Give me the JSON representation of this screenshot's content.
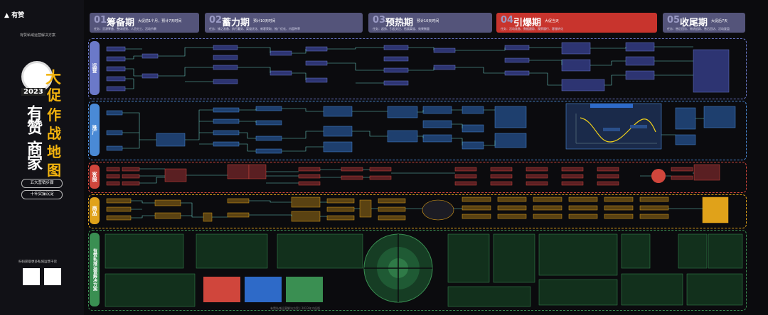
{
  "brand": "有赞",
  "subtitle": "有赞私域运营解决方案",
  "year": "2023",
  "title_lines": [
    "有赞",
    "商家"
  ],
  "title_gold": [
    "大",
    "促",
    "作",
    "战",
    "地",
    "图"
  ],
  "pills": [
    "五大营销步骤",
    "十年实操沉淀"
  ],
  "qr_caption": "扫码获取更多私域运营干货",
  "phases": [
    {
      "num": "01",
      "name": "筹备期",
      "tag": "大促前1个月，预计7天时间",
      "desc": "任务：货源筹备、整体规划、人员分工、活动节奏"
    },
    {
      "num": "02",
      "name": "蓄力期",
      "tag": "预计10天时间",
      "desc": "任务：铺之准备、执行蓄势、渠道优化、新客获取、推广优化、内容种草"
    },
    {
      "num": "03",
      "name": "预热期",
      "tag": "预计10天时间",
      "desc": "任务：起势、引起关注、拓展渠道、效果衡量"
    },
    {
      "num": "04",
      "name": "引爆期",
      "tag": "大促当天",
      "desc": "任务：活动准备、数据跟踪、观察履行、客服转化"
    },
    {
      "num": "05",
      "name": "收尾期",
      "tag": "大促后7天",
      "desc": "任务：售后回访、物流追踪、售后回访、活动复盘"
    }
  ],
  "lanes": [
    {
      "label": "运营",
      "color": "#6b79c9"
    },
    {
      "label": "推广",
      "color": "#4a8ad6"
    },
    {
      "label": "客服",
      "color": "#d0463c"
    },
    {
      "label": "商品",
      "color": "#e0a21a"
    },
    {
      "label": "有赞私域运营解决方案",
      "color": "#3a8f52"
    }
  ],
  "footer": "有赞私域运营解决方案 | 2023年大促版"
}
